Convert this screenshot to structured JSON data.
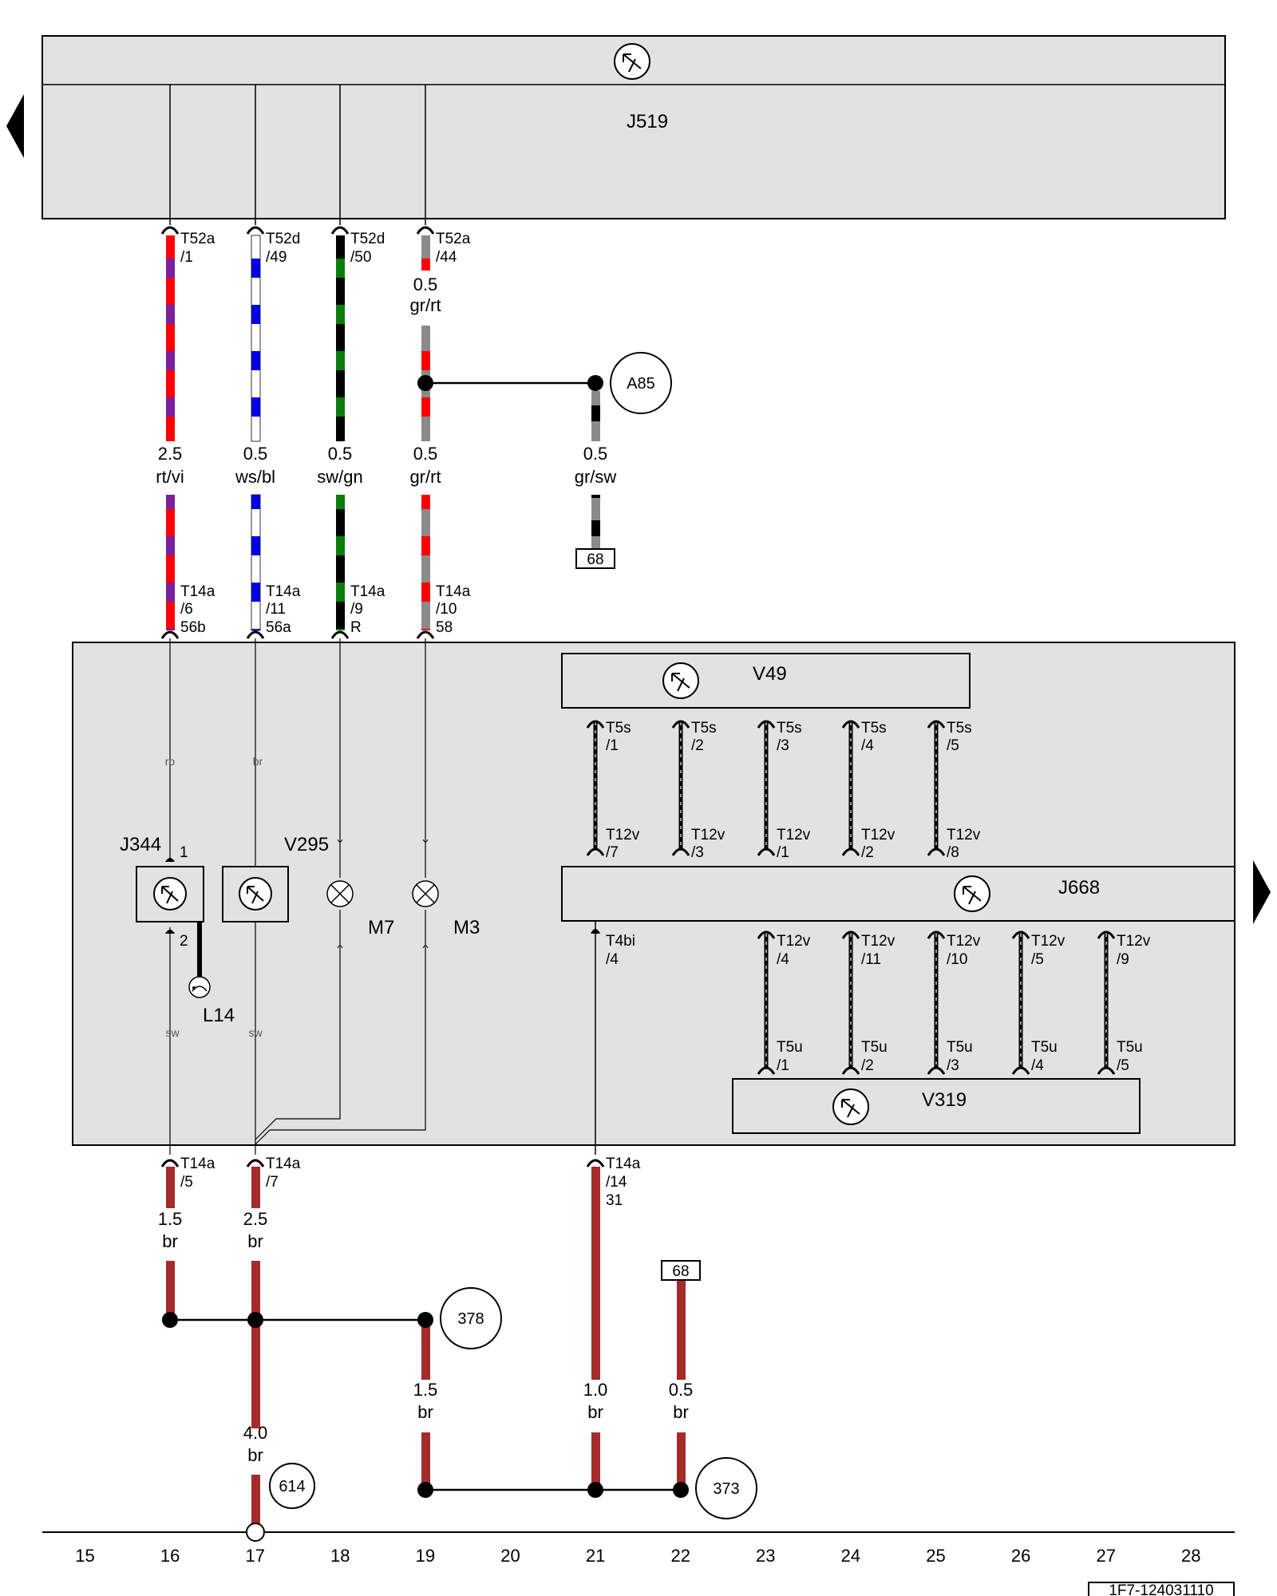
{
  "colors": {
    "red": "#ff0000",
    "violet": "#7a1f9e",
    "white": "#ffffff",
    "blue": "#0000ee",
    "black": "#000000",
    "green": "#0a7d0a",
    "grey": "#8a8a8a",
    "brown": "#a52a2a",
    "box_fill": "#e2e2e2"
  },
  "components": {
    "J519": "J519",
    "J344": "J344",
    "V295": "V295",
    "M7": "M7",
    "M3": "M3",
    "L14": "L14",
    "V49": "V49",
    "J668": "J668",
    "V319": "V319"
  },
  "connectors_top": [
    {
      "code": "T52a",
      "pin": "/1"
    },
    {
      "code": "T52d",
      "pin": "/49"
    },
    {
      "code": "T52d",
      "pin": "/50"
    },
    {
      "code": "T52a",
      "pin": "/44"
    }
  ],
  "wires_top": [
    {
      "size": "2.5",
      "color": "rt/vi"
    },
    {
      "size": "0.5",
      "color": "ws/bl"
    },
    {
      "size": "0.5",
      "color": "sw/gn"
    },
    {
      "size": "0.5",
      "color": "gr/rt"
    }
  ],
  "wire_44_upper": {
    "size": "0.5",
    "color": "gr/rt"
  },
  "wire_a85": {
    "size": "0.5",
    "color": "gr/sw"
  },
  "ref_a85": "A85",
  "ref_68_top": "68",
  "connectors_mid": [
    {
      "code": "T14a",
      "pin": "/6",
      "term": "56b"
    },
    {
      "code": "T14a",
      "pin": "/11",
      "term": "56a"
    },
    {
      "code": "T14a",
      "pin": "/9",
      "term": "R"
    },
    {
      "code": "T14a",
      "pin": "/10",
      "term": "58"
    }
  ],
  "internal_wire_labels": {
    "ro": "ro",
    "br": "br",
    "sw1": "sw",
    "sw2": "sw"
  },
  "j344_pins": {
    "p1": "1",
    "p2": "2"
  },
  "t5s": [
    {
      "code": "T5s",
      "pin": "/1"
    },
    {
      "code": "T5s",
      "pin": "/2"
    },
    {
      "code": "T5s",
      "pin": "/3"
    },
    {
      "code": "T5s",
      "pin": "/4"
    },
    {
      "code": "T5s",
      "pin": "/5"
    }
  ],
  "t12v_upper": [
    {
      "code": "T12v",
      "pin": "/7"
    },
    {
      "code": "T12v",
      "pin": "/3"
    },
    {
      "code": "T12v",
      "pin": "/1"
    },
    {
      "code": "T12v",
      "pin": "/2"
    },
    {
      "code": "T12v",
      "pin": "/8"
    }
  ],
  "t4bi": {
    "code": "T4bi",
    "pin": "/4"
  },
  "t12v_lower": [
    {
      "code": "T12v",
      "pin": "/4"
    },
    {
      "code": "T12v",
      "pin": "/11"
    },
    {
      "code": "T12v",
      "pin": "/10"
    },
    {
      "code": "T12v",
      "pin": "/5"
    },
    {
      "code": "T12v",
      "pin": "/9"
    }
  ],
  "t5u": [
    {
      "code": "T5u",
      "pin": "/1"
    },
    {
      "code": "T5u",
      "pin": "/2"
    },
    {
      "code": "T5u",
      "pin": "/3"
    },
    {
      "code": "T5u",
      "pin": "/4"
    },
    {
      "code": "T5u",
      "pin": "/5"
    }
  ],
  "connectors_bottom": [
    {
      "code": "T14a",
      "pin": "/5",
      "term": ""
    },
    {
      "code": "T14a",
      "pin": "/7",
      "term": ""
    },
    {
      "code": "T14a",
      "pin": "/14",
      "term": "31"
    }
  ],
  "wires_bottom": [
    {
      "size": "1.5",
      "color": "br"
    },
    {
      "size": "2.5",
      "color": "br"
    },
    {
      "size": "4.0",
      "color": "br"
    },
    {
      "size": "1.5",
      "color": "br"
    },
    {
      "size": "1.0",
      "color": "br"
    },
    {
      "size": "0.5",
      "color": "br"
    }
  ],
  "refs_bottom": {
    "r378": "378",
    "r614": "614",
    "r373": "373",
    "r68": "68"
  },
  "grid_numbers": [
    "15",
    "16",
    "17",
    "18",
    "19",
    "20",
    "21",
    "22",
    "23",
    "24",
    "25",
    "26",
    "27",
    "28"
  ],
  "doc_id": "1F7-124031110"
}
